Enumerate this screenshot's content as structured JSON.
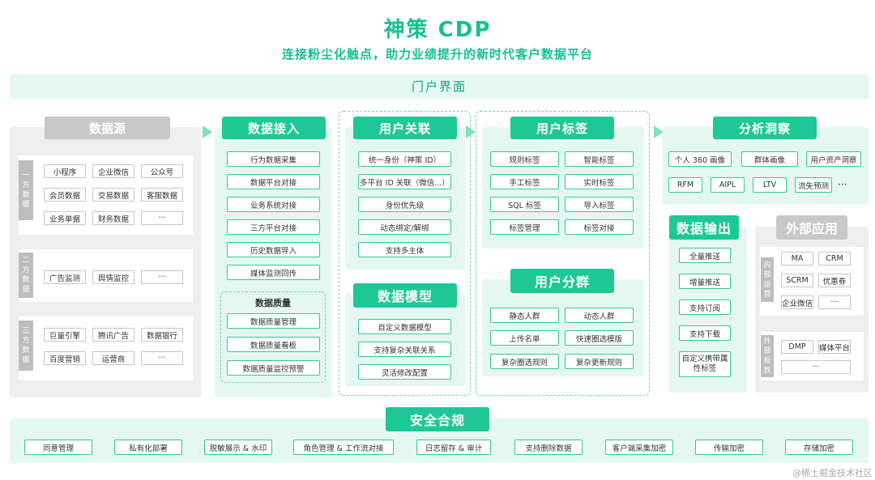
{
  "title": "神策 CDP",
  "subtitle": "连接粉尘化触点，助力业绩提升的新时代客户数据平台",
  "portal": "门户界面",
  "datasource": {
    "header": "数据源",
    "groups": [
      {
        "label": "一方数据",
        "items": [
          "小程序",
          "企业微信",
          "公众号",
          "会员数据",
          "交易数据",
          "客服数据",
          "业务单据",
          "财务数据",
          "···"
        ]
      },
      {
        "label": "二方数据",
        "items": [
          "广告监测",
          "舆情监控",
          "···"
        ]
      },
      {
        "label": "三方数据",
        "items": [
          "巨量引擎",
          "腾讯广告",
          "数据银行",
          "百度营销",
          "运营商",
          "···"
        ]
      }
    ]
  },
  "ingest": {
    "header": "数据接入",
    "items": [
      "行为数据采集",
      "数据平台对接",
      "业务系统对接",
      "三方平台对接",
      "历史数据导入",
      "媒体监测回传"
    ],
    "quality_title": "数据质量",
    "quality_items": [
      "数据质量管理",
      "数据质量看板",
      "数据质量监控预警"
    ]
  },
  "idmap": {
    "header": "用户关联",
    "items": [
      "统一身份（神策 ID）",
      "多平台 ID 关联（微信...）",
      "身份优先级",
      "动态绑定/解绑",
      "支持多主体"
    ]
  },
  "model": {
    "header": "数据模型",
    "items": [
      "自定义数据模型",
      "支持复杂关联关系",
      "灵活修改配置"
    ]
  },
  "tags": {
    "header": "用户标签",
    "items": [
      "规则标签",
      "智能标签",
      "手工标签",
      "实时标签",
      "SQL 标签",
      "导入标签",
      "标签管理",
      "标签对接"
    ]
  },
  "segments": {
    "header": "用户分群",
    "items": [
      "静态人群",
      "动态人群",
      "上传名单",
      "快速圈选模版",
      "复杂圈选规则",
      "复杂更新规则"
    ]
  },
  "insight": {
    "header": "分析洞察",
    "items": [
      "个人 360 画像",
      "群体画像",
      "用户资产洞察",
      "RFM",
      "AIPL",
      "LTV",
      "流失预测",
      "···"
    ]
  },
  "output": {
    "header": "数据输出",
    "items": [
      "全量推送",
      "增量推送",
      "支持订阅",
      "支持下载",
      "自定义携带属性标签"
    ]
  },
  "external": {
    "header": "外部应用",
    "internal_label": "内部运营",
    "internal_items": [
      "MA",
      "CRM",
      "SCRM",
      "优惠券",
      "企业微信",
      "···"
    ],
    "ad_label": "外部投放",
    "ad_items": [
      "DMP",
      "媒体平台",
      "···"
    ]
  },
  "security": {
    "header": "安全合规",
    "items": [
      "同意管理",
      "私有化部署",
      "脱敏展示 & 水印",
      "角色管理 & 工作流对接",
      "日志留存 & 审计",
      "支持删除数据",
      "客户端采集加密",
      "传输加密",
      "存储加密"
    ]
  },
  "credit": "@稀土掘金技术社区",
  "colors": {
    "accent": "#1ec895",
    "band": "#e4f8f1",
    "grey": "#eeeeee"
  }
}
